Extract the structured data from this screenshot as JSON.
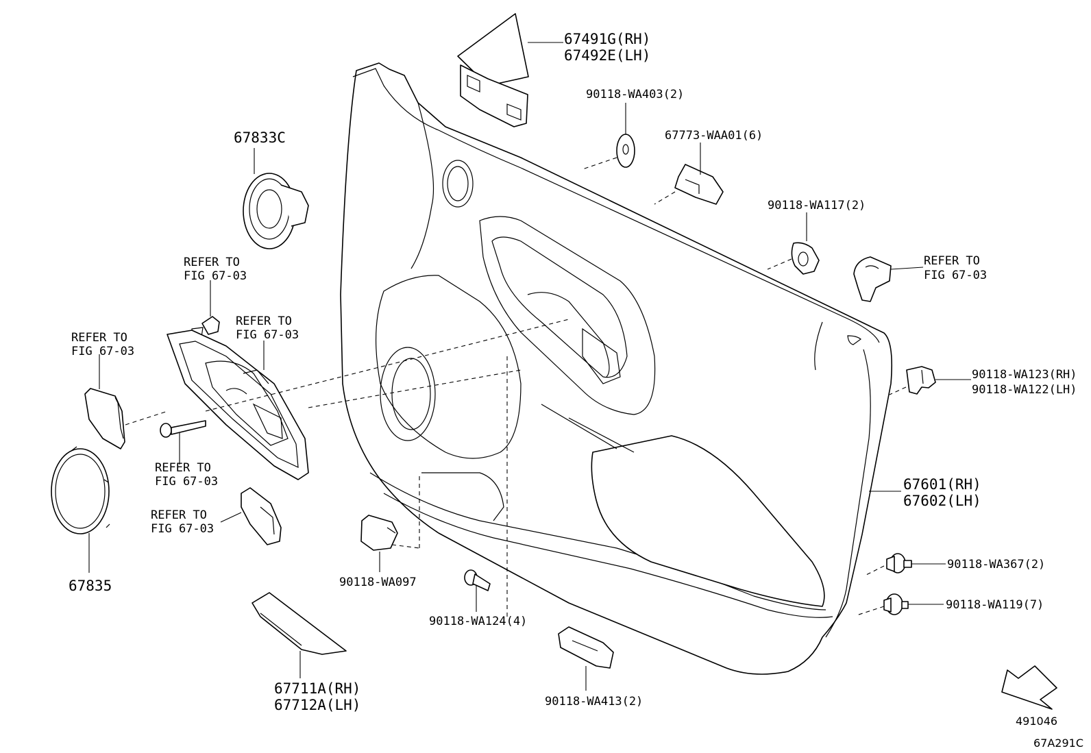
{
  "labels": {
    "p67491g": "67491G(RH)",
    "p67492e": "67492E(LH)",
    "p90118_wa403": "90118-WA403(2)",
    "p67773_waa01": "67773-WAA01(6)",
    "p67833c": "67833C",
    "p90118_wa117": "90118-WA117(2)",
    "ref_top_right_1": "REFER TO",
    "ref_top_right_2": "FIG 67-03",
    "ref_screw_1": "REFER TO",
    "ref_screw_2": "FIG 67-03",
    "ref_bezel_1": "REFER TO",
    "ref_bezel_2": "FIG 67-03",
    "ref_cover_1": "REFER TO",
    "ref_cover_2": "FIG 67-03",
    "ref_pin_1": "REFER TO",
    "ref_pin_2": "FIG 67-03",
    "ref_switch_1": "REFER TO",
    "ref_switch_2": "FIG 67-03",
    "p90118_wa123": "90118-WA123(RH)",
    "p90118_wa122": "90118-WA122(LH)",
    "p67601": "67601(RH)",
    "p67602": "67602(LH)",
    "p67835": "67835",
    "p90118_wa097": "90118-WA097",
    "p90118_wa367": "90118-WA367(2)",
    "p90118_wa119": "90118-WA119(7)",
    "p90118_wa124": "90118-WA124(4)",
    "p67711a": "67711A(RH)",
    "p67712a": "67712A(LH)",
    "p90118_wa413": "90118-WA413(2)",
    "diagram_no": "491046",
    "figure_code": "67A291C"
  }
}
